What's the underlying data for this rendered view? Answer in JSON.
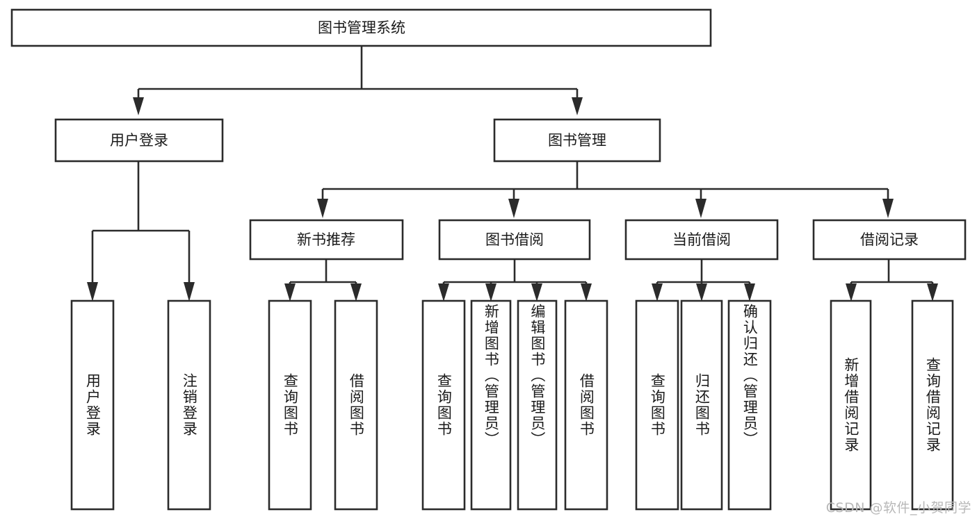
{
  "diagram": {
    "type": "tree-hierarchy-chart",
    "title": "图书管理系统",
    "watermark": "CSDN @软件_小贺同学",
    "colors": {
      "stroke": "#2b2b2b",
      "fill": "#ffffff",
      "text": "#1a1a1a",
      "watermark": "#b8b8b8",
      "background": "#ffffff"
    },
    "root": {
      "id": "root",
      "label": "图书管理系统"
    },
    "level2": [
      {
        "id": "user-login",
        "label": "用户登录"
      },
      {
        "id": "book-management",
        "label": "图书管理"
      }
    ],
    "level3": [
      {
        "id": "new-book-recommend",
        "label": "新书推荐",
        "parent": "book-management"
      },
      {
        "id": "book-borrow",
        "label": "图书借阅",
        "parent": "book-management"
      },
      {
        "id": "current-borrow",
        "label": "当前借阅",
        "parent": "book-management"
      },
      {
        "id": "borrow-record",
        "label": "借阅记录",
        "parent": "book-management"
      }
    ],
    "leaves": [
      {
        "id": "leaf-user-login",
        "label": "用户登录",
        "parent": "user-login"
      },
      {
        "id": "leaf-user-logout",
        "label": "注销登录",
        "parent": "user-login"
      },
      {
        "id": "leaf-query-book-1",
        "label": "查询图书",
        "parent": "new-book-recommend"
      },
      {
        "id": "leaf-borrow-book-1",
        "label": "借阅图书",
        "parent": "new-book-recommend"
      },
      {
        "id": "leaf-query-book-2",
        "label": "查询图书",
        "parent": "book-borrow"
      },
      {
        "id": "leaf-add-book",
        "label": "新增图书（管理员）",
        "parent": "book-borrow"
      },
      {
        "id": "leaf-edit-book",
        "label": "编辑图书（管理员）",
        "parent": "book-borrow"
      },
      {
        "id": "leaf-borrow-book-2",
        "label": "借阅图书",
        "parent": "book-borrow"
      },
      {
        "id": "leaf-query-book-3",
        "label": "查询图书",
        "parent": "current-borrow"
      },
      {
        "id": "leaf-return-book",
        "label": "归还图书",
        "parent": "current-borrow"
      },
      {
        "id": "leaf-confirm-return",
        "label": "确认归还（管理员）",
        "parent": "current-borrow"
      },
      {
        "id": "leaf-add-record",
        "label": "新增借阅记录",
        "parent": "borrow-record"
      },
      {
        "id": "leaf-query-record",
        "label": "查询借阅记录",
        "parent": "borrow-record"
      }
    ]
  }
}
